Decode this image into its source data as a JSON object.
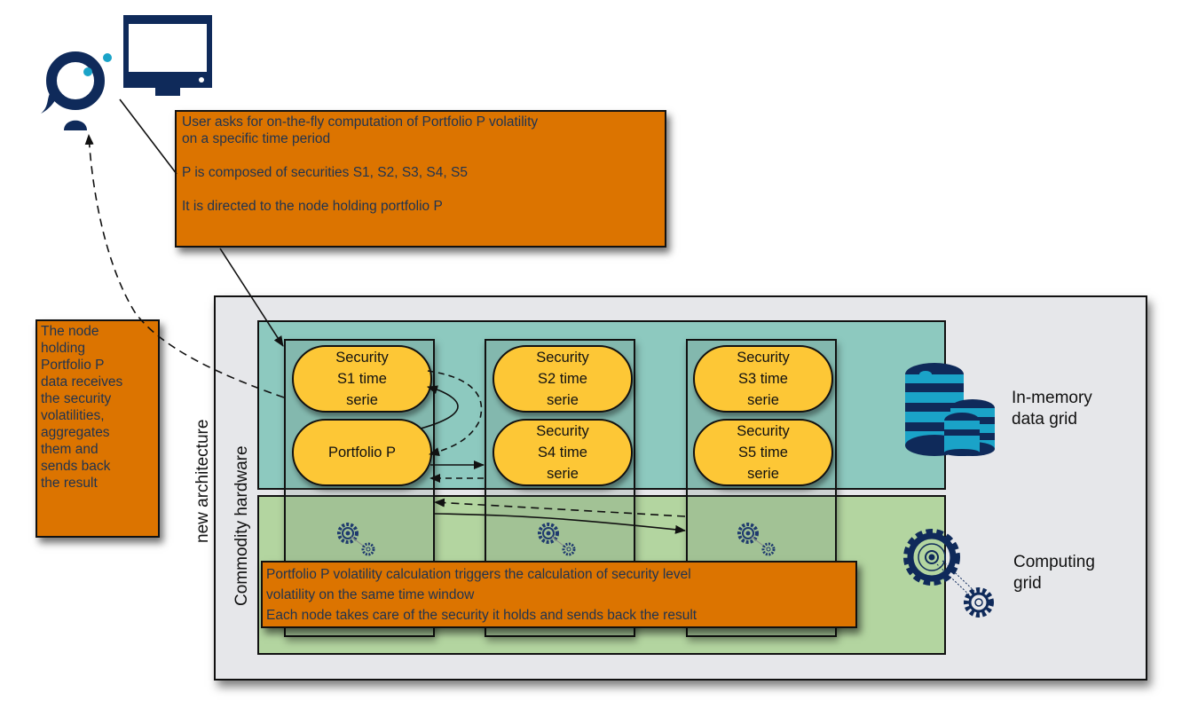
{
  "notes": {
    "request": {
      "lines": [
        "User asks for on-the-fly computation of Portfolio P volatility",
        "on a specific time period",
        "",
        "P is composed of securities S1, S2, S3, S4, S5",
        "",
        "It is directed to the node holding portfolio P"
      ]
    },
    "aggregate": {
      "lines": [
        "The node",
        "holding",
        "Portfolio P",
        "data receives",
        "the security",
        "volatilities,",
        "aggregates",
        "them and",
        "sends back",
        "the result"
      ]
    },
    "compute": {
      "lines": [
        "Portfolio P volatility calculation triggers the calculation of security level",
        "volatility on the same time window",
        "Each node takes care of the security it holds and sends back the result"
      ]
    }
  },
  "labels": {
    "architecture": "new architecture",
    "hardware": "Commodity hardware",
    "data_grid": "In-memory\ndata grid",
    "computing_grid": "Computing\ngrid"
  },
  "nodes": [
    {
      "top": "Security\nS1 time\nserie",
      "bottom": "Portfolio P"
    },
    {
      "top": "Security\nS2 time\nserie",
      "bottom": "Security\nS4 time\nserie"
    },
    {
      "top": "Security\nS3 time\nserie",
      "bottom": "Security\nS5 time\nserie"
    }
  ],
  "icons": {
    "user": "user-avatar-icon",
    "monitor": "monitor-icon",
    "database": "database-stack-icon",
    "gears": "gears-icon"
  },
  "colors": {
    "note": "#dc7400",
    "pill": "#fdc736",
    "teal": "#8dc9bf",
    "green": "#b3d5a0",
    "outer": "#e6e7ea",
    "icon_navy": "#0f2a5a",
    "icon_cyan": "#1aa3c8"
  }
}
